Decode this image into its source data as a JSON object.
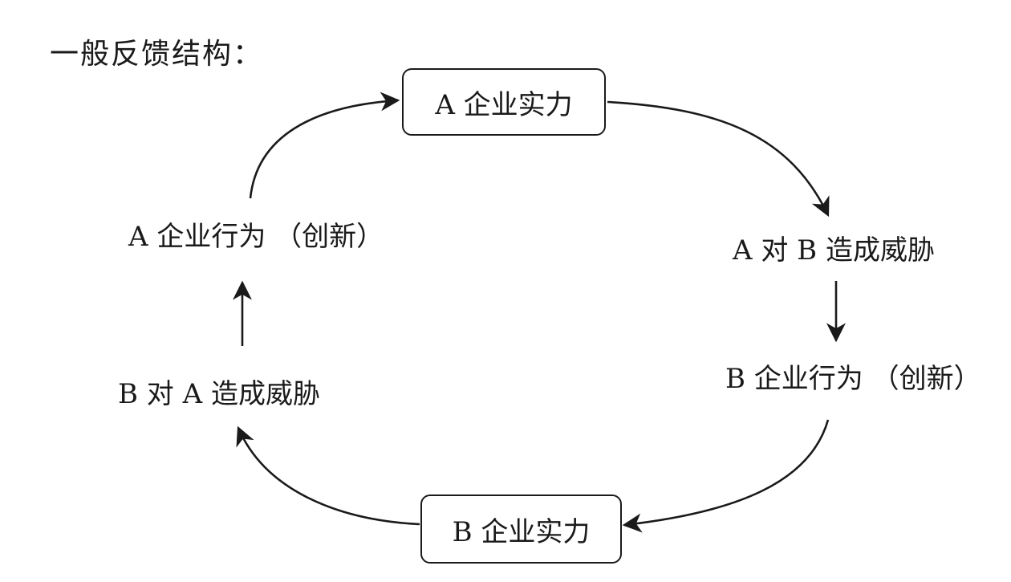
{
  "title": "一般反馈结构：",
  "nodes": {
    "a_strength": "A 企业实力",
    "a_threat_to_b": "A 对 B 造成威胁",
    "b_behavior": "B 企业行为 （创新）",
    "b_strength": "B 企业实力",
    "b_threat_to_a": "B 对 A 造成威胁",
    "a_behavior": "A 企业行为 （创新）"
  },
  "edges": [
    {
      "from": "a_strength",
      "to": "a_threat_to_b"
    },
    {
      "from": "a_threat_to_b",
      "to": "b_behavior"
    },
    {
      "from": "b_behavior",
      "to": "b_strength"
    },
    {
      "from": "b_strength",
      "to": "b_threat_to_a"
    },
    {
      "from": "b_threat_to_a",
      "to": "a_behavior"
    },
    {
      "from": "a_behavior",
      "to": "a_strength"
    }
  ]
}
